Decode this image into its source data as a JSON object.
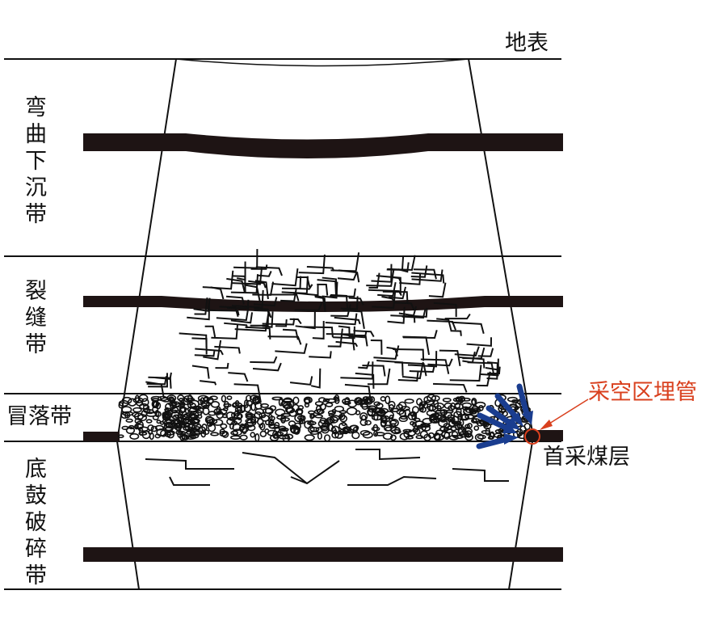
{
  "labels": {
    "surface": "地表",
    "bending_zone": "弯曲下沉带",
    "fracture_zone": "裂缝带",
    "caving_zone": "冒落带",
    "floor_heave_zone": "底鼓破碎带",
    "goaf_pipe": "采空区埋管",
    "first_mined_seam": "首采煤层"
  },
  "colors": {
    "ink": "#111111",
    "arrow_blue": "#1a3d8f",
    "annotation_red": "#d9401e"
  }
}
